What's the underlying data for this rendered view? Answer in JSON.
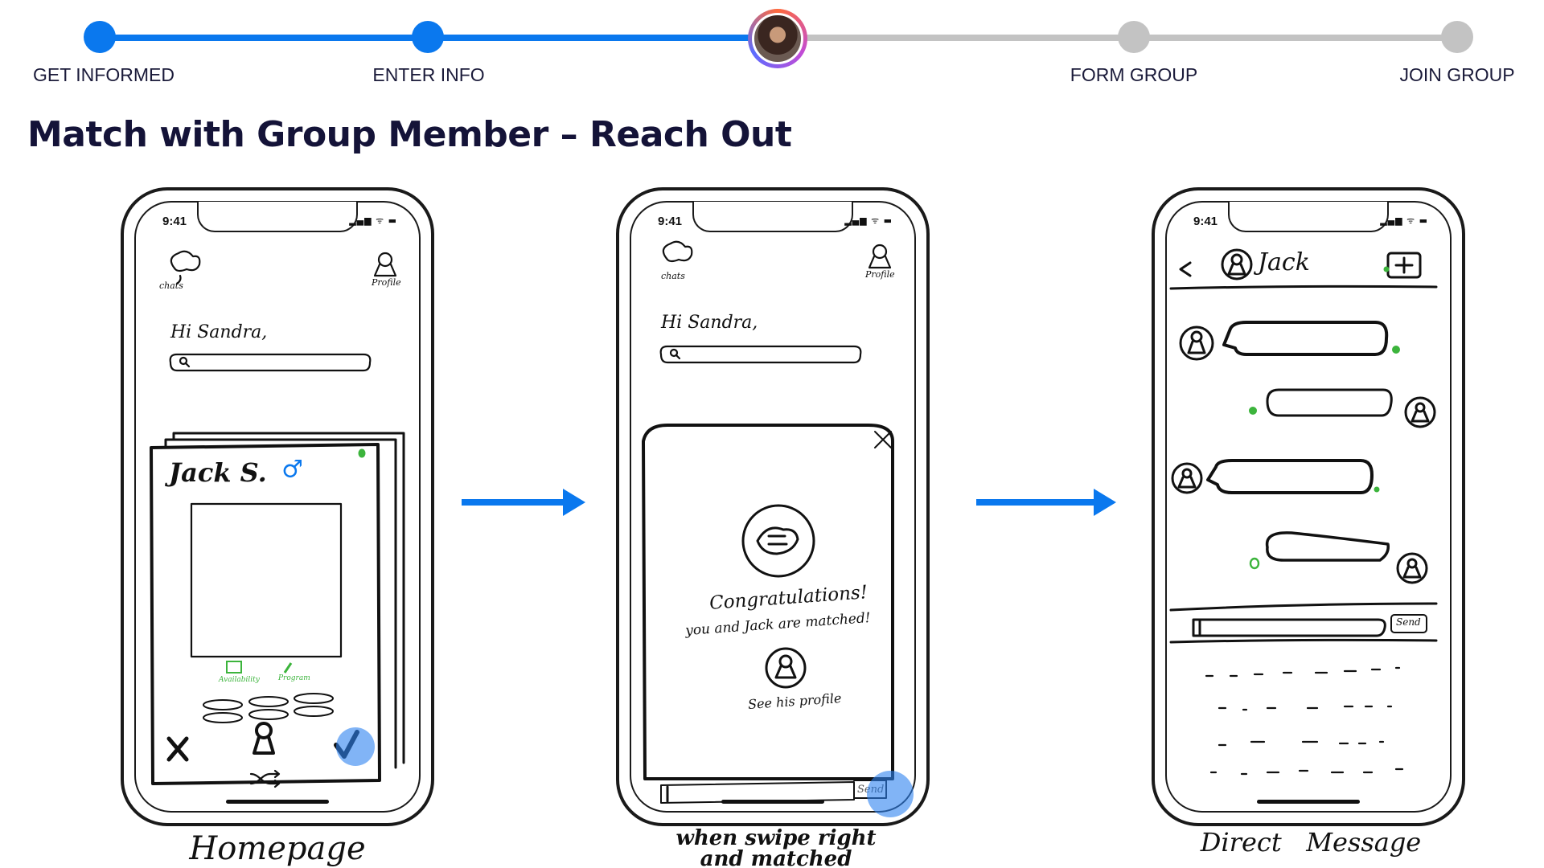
{
  "stepper": {
    "steps": [
      {
        "label": "GET INFORMED",
        "state": "done"
      },
      {
        "label": "ENTER INFO",
        "state": "done"
      },
      {
        "label": "",
        "state": "current"
      },
      {
        "label": "FORM GROUP",
        "state": "todo"
      },
      {
        "label": "JOIN GROUP",
        "state": "todo"
      }
    ],
    "colors": {
      "done": "#0a78ee",
      "todo": "#c3c3c3"
    }
  },
  "title": "Match with Group Member – Reach Out",
  "phones": {
    "status_time": "9:41",
    "status_icons": "▂▄▆ ᯤ ▬",
    "homepage": {
      "chats_label": "chats",
      "profile_label": "Profile",
      "greeting": "Hi Sandra,",
      "card_name": "Jack S.",
      "gender_symbol": "♂",
      "availability_label": "Availability",
      "program_label": "Program",
      "reject_icon": "close-icon",
      "accept_icon": "checkmark-icon",
      "shuffle_icon": "shuffle-icon",
      "caption": "Homepage"
    },
    "matched": {
      "chats_label": "chats",
      "profile_label": "Profile",
      "greeting": "Hi Sandra,",
      "congrats": "Congratulations!",
      "matched_text": "you and Jack are matched!",
      "profile_link": "See his profile",
      "send_label": "Send",
      "caption_line1": "when swipe right",
      "caption_line2": "and matched"
    },
    "message": {
      "contact_name": "Jack",
      "back_icon": "chevron-left-icon",
      "add_icon": "plus-icon",
      "send_label": "Send",
      "caption": "Direct   Message"
    }
  },
  "accent": "#0a78ee",
  "online": "#3cb43c"
}
